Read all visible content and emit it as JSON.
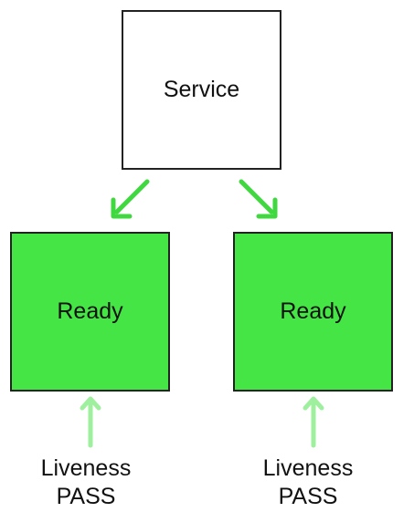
{
  "service": {
    "label": "Service"
  },
  "pods": [
    {
      "status": "Ready",
      "probe": {
        "name": "Liveness",
        "result": "PASS"
      }
    },
    {
      "status": "Ready",
      "probe": {
        "name": "Liveness",
        "result": "PASS"
      }
    }
  ],
  "colors": {
    "ready_fill": "#45e545",
    "routing_arrow": "#3fd83f",
    "probe_arrow": "#9ef09e",
    "border": "#222222"
  },
  "icons": {
    "routing_arrow": "arrow-down-diagonal-icon",
    "probe_arrow": "arrow-up-icon"
  }
}
